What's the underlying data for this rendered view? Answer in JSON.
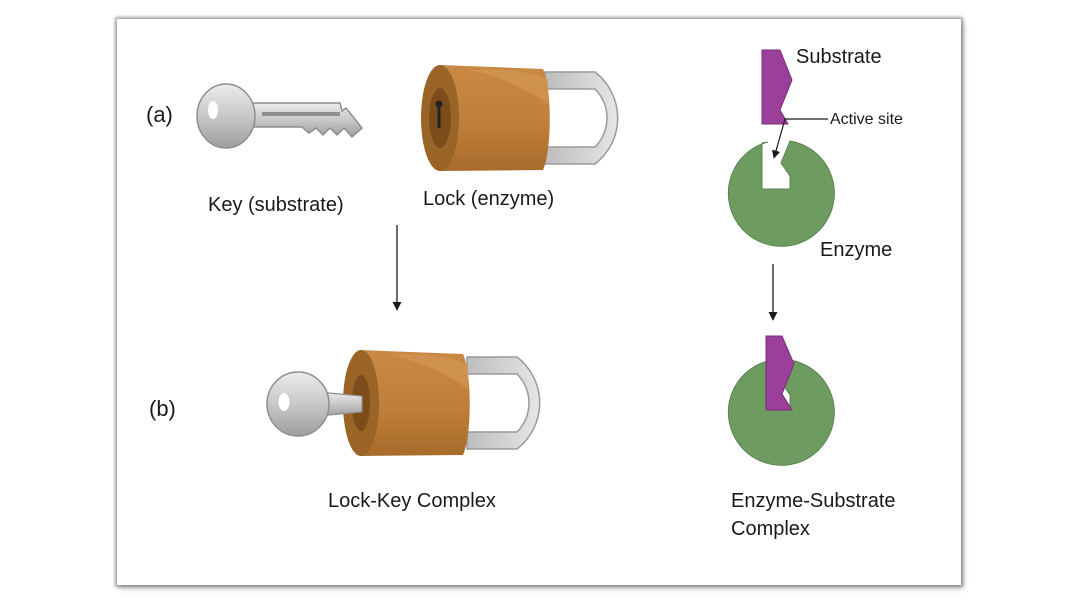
{
  "part_labels": {
    "a": "(a)",
    "b": "(b)"
  },
  "labels": {
    "key": "Key (substrate)",
    "lock": "Lock (enzyme)",
    "substrate": "Substrate",
    "active_site": "Active site",
    "enzyme": "Enzyme",
    "lock_key_complex": "Lock-Key Complex",
    "es_complex_line1": "Enzyme-Substrate",
    "es_complex_line2": "Complex"
  },
  "colors": {
    "lock_body": "#c0823c",
    "lock_dark": "#9a6426",
    "shackle": "#d6d6d6",
    "key": "#c9c9c9",
    "substrate": "#9a3f9a",
    "enzyme": "#6e9c60",
    "arrow": "#1a1a1a"
  }
}
